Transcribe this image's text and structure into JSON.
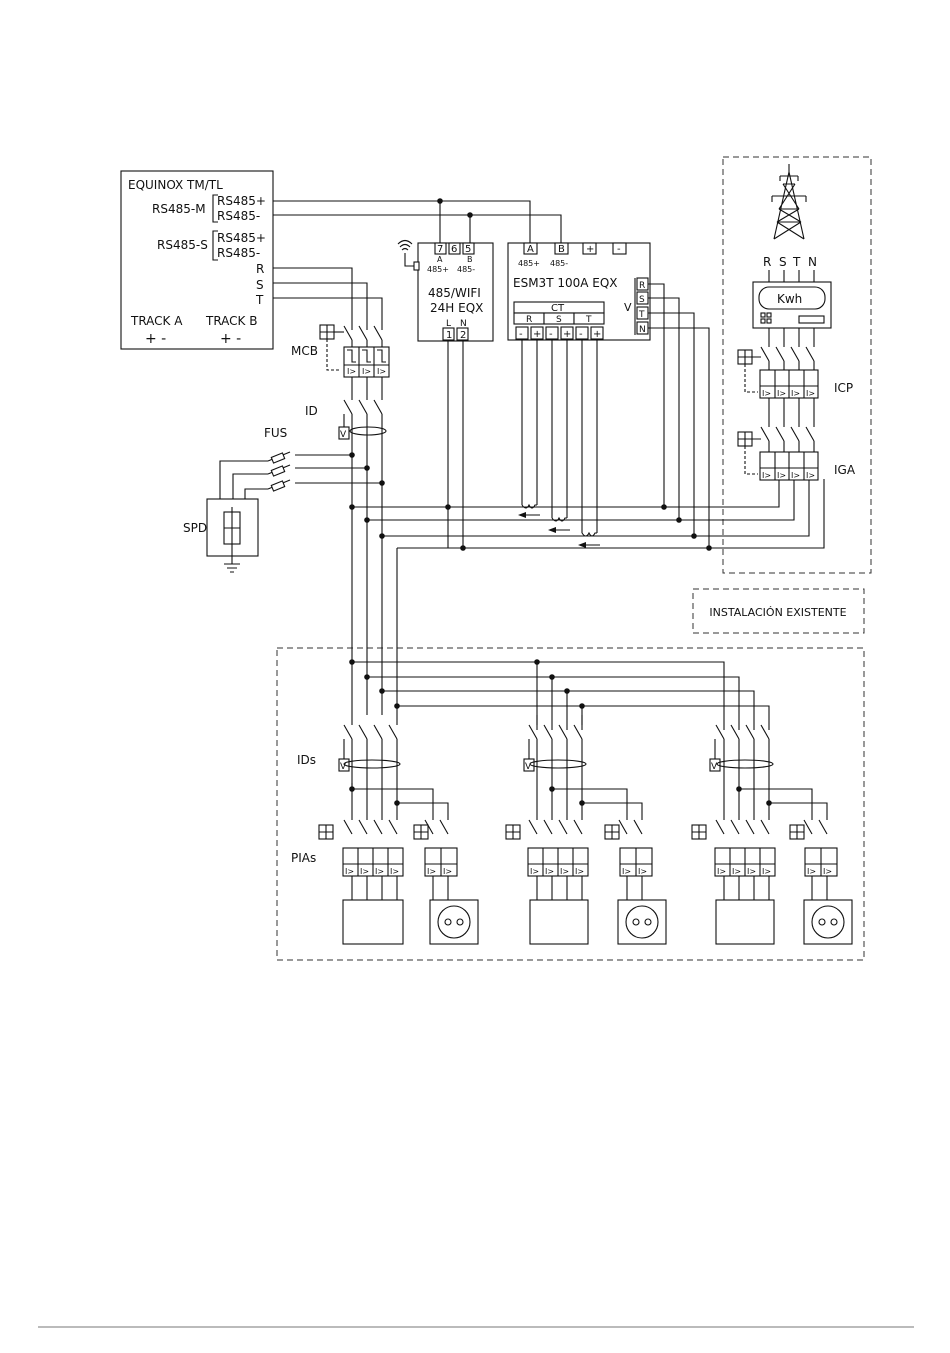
{
  "controller": {
    "name": "EQUINOX TM/TL",
    "rs485_m": "RS485-M",
    "rs485_s": "RS485-S",
    "rs485_plus": "RS485+",
    "rs485_minus": "RS485-",
    "phase_r": "R",
    "phase_s": "S",
    "phase_t": "T",
    "track_a": "TRACK A",
    "track_b": "TRACK B",
    "polarity": "+ -"
  },
  "wifi_module": {
    "name_line1": "485/WIFI",
    "name_line2": "24H EQX",
    "term_7": "7",
    "term_6": "6",
    "term_5": "5",
    "label_a": "A",
    "label_b": "B",
    "label_485p": "485+",
    "label_485m": "485-",
    "label_l": "L",
    "label_n": "N",
    "term_1": "1",
    "term_2": "2"
  },
  "meter": {
    "name": "ESM3T 100A EQX",
    "term_a": "A",
    "term_b": "B",
    "term_plus": "+",
    "term_minus": "-",
    "label_485p": "485+",
    "label_485m": "485-",
    "ct_label": "CT",
    "ct_phases": [
      "R",
      "S",
      "T"
    ],
    "ct_terms": [
      "-",
      "+",
      "-",
      "+",
      "-",
      "+"
    ],
    "v_label": "V",
    "v_terms": [
      "R",
      "S",
      "T",
      "N"
    ]
  },
  "grid": {
    "phases": [
      "R",
      "S",
      "T",
      "N"
    ],
    "kwh_label": "Kwh",
    "icp_label": "ICP",
    "iga_label": "IGA",
    "existing_label": "INSTALACIÓN EXISTENTE"
  },
  "protection": {
    "mcb_label": "MCB",
    "id_label": "ID",
    "fus_label": "FUS",
    "spd_label": "SPD",
    "ids_label": "IDs",
    "pias_label": "PIAs"
  }
}
